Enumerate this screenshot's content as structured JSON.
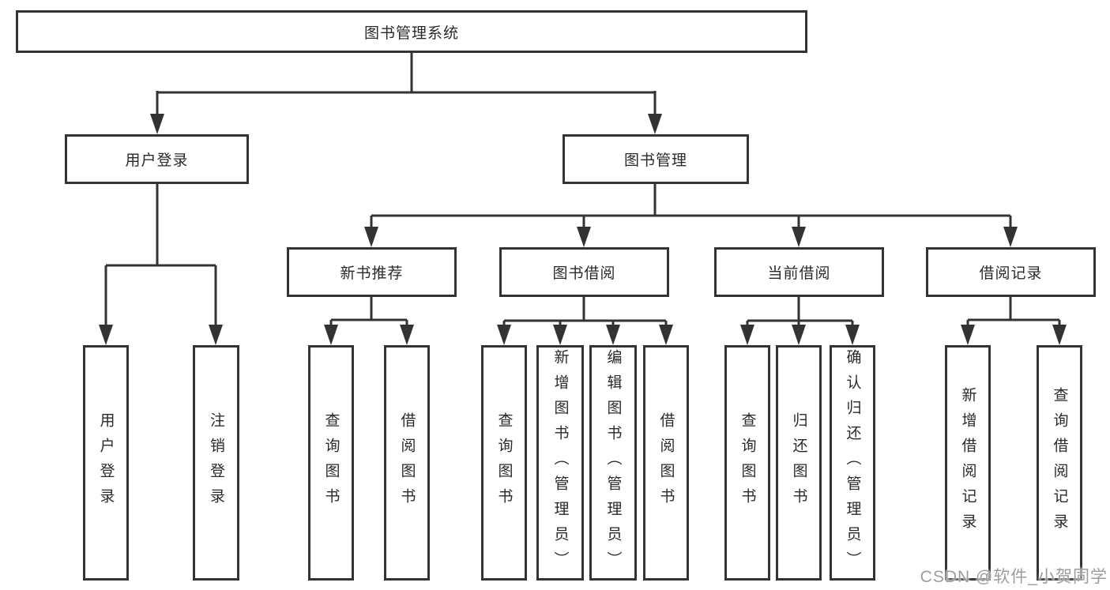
{
  "diagram": {
    "root": {
      "label": "图书管理系统"
    },
    "level2": [
      {
        "label": "用户登录"
      },
      {
        "label": "图书管理"
      }
    ],
    "level3": [
      {
        "label": "新书推荐",
        "parent": "图书管理"
      },
      {
        "label": "图书借阅",
        "parent": "图书管理"
      },
      {
        "label": "当前借阅",
        "parent": "图书管理"
      },
      {
        "label": "借阅记录",
        "parent": "图书管理"
      }
    ],
    "leaves": [
      {
        "label": "用户登录",
        "parent": "用户登录"
      },
      {
        "label": "注销登录",
        "parent": "用户登录"
      },
      {
        "label": "查询图书",
        "parent": "新书推荐"
      },
      {
        "label": "借阅图书",
        "parent": "新书推荐"
      },
      {
        "label": "查询图书",
        "parent": "图书借阅"
      },
      {
        "label": "新增图书（管理员）",
        "parent": "图书借阅"
      },
      {
        "label": "编辑图书（管理员）",
        "parent": "图书借阅"
      },
      {
        "label": "借阅图书",
        "parent": "图书借阅"
      },
      {
        "label": "查询图书",
        "parent": "当前借阅"
      },
      {
        "label": "归还图书",
        "parent": "当前借阅"
      },
      {
        "label": "确认归还（管理员）",
        "parent": "当前借阅"
      },
      {
        "label": "新增借阅记录",
        "parent": "借阅记录"
      },
      {
        "label": "查询借阅记录",
        "parent": "借阅记录"
      }
    ]
  },
  "watermark": {
    "text": "CSDN @软件_小贺同学"
  },
  "colors": {
    "line": "#333333",
    "box_border": "#333333",
    "text": "#2a2a2a",
    "watermark": "#9d9d9d",
    "background": "#ffffff"
  }
}
